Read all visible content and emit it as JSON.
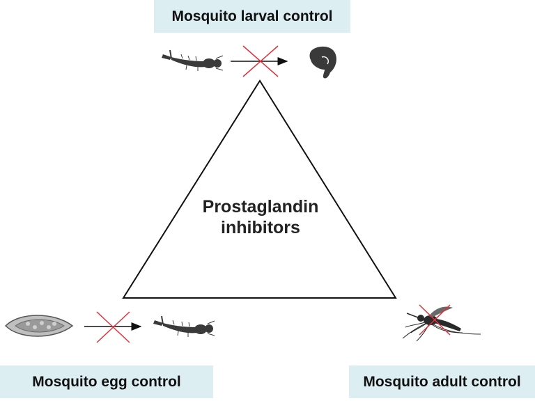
{
  "labels": {
    "larval": "Mosquito larval control",
    "egg": "Mosquito egg control",
    "adult": "Mosquito adult control"
  },
  "center": {
    "line1": "Prostaglandin",
    "line2": "inhibitors"
  },
  "colors": {
    "label_bg": "#ddeef3",
    "cross": "#e0303a",
    "silhouette": "#3a3a3a",
    "line": "#111111"
  },
  "icons": [
    "mosquito-larva-icon",
    "mosquito-pupa-icon",
    "mosquito-egg-icon",
    "mosquito-adult-icon",
    "red-cross-icon",
    "arrow-icon"
  ]
}
